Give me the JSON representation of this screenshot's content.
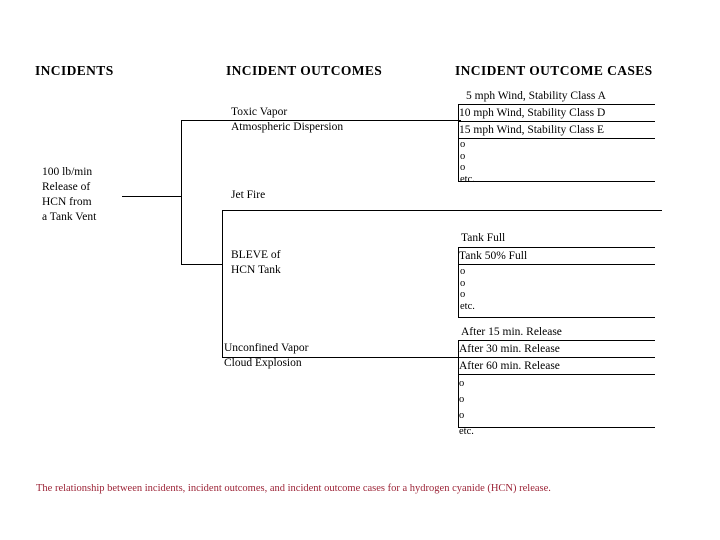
{
  "figure": {
    "caption": "The relationship between incidents, incident outcomes, and incident outcome cases for a hydrogen cyanide (HCN) release.",
    "caption_color": "#9C2437",
    "line_color": "#000000",
    "background_color": "#FFFFFF"
  },
  "headers": {
    "incidents": "INCIDENTS",
    "incident_outcomes": "INCIDENT OUTCOMES",
    "incident_outcome_cases": "INCIDENT OUTCOME CASES"
  },
  "incident": {
    "line1": "100 lb/min",
    "line2": "Release of",
    "line3": "HCN from",
    "line4": "a Tank Vent"
  },
  "outcomes": [
    {
      "id": "toxic-vapor",
      "line1": "Toxic Vapor",
      "line2": "Atmospheric Dispersion",
      "cases": [
        "5 mph Wind, Stability Class A",
        "10 mph Wind, Stability Class D",
        "15 mph Wind, Stability Class E"
      ],
      "continuation": [
        "o",
        "o",
        "o",
        "etc."
      ]
    },
    {
      "id": "jet-fire",
      "line1": "Jet Fire",
      "line2": "",
      "cases": [],
      "continuation": []
    },
    {
      "id": "bleve",
      "line1": "BLEVE of",
      "line2": "HCN Tank",
      "cases": [
        "Tank Full",
        "Tank 50% Full"
      ],
      "continuation": [
        "o",
        "o",
        "o",
        "etc."
      ]
    },
    {
      "id": "uvce",
      "line1": "Unconfined Vapor",
      "line2": "Cloud Explosion",
      "cases": [
        "After 15 min. Release",
        "After 30 min. Release",
        "After 60 min. Release"
      ],
      "continuation": [
        "o",
        "o",
        "o",
        "etc."
      ]
    }
  ]
}
